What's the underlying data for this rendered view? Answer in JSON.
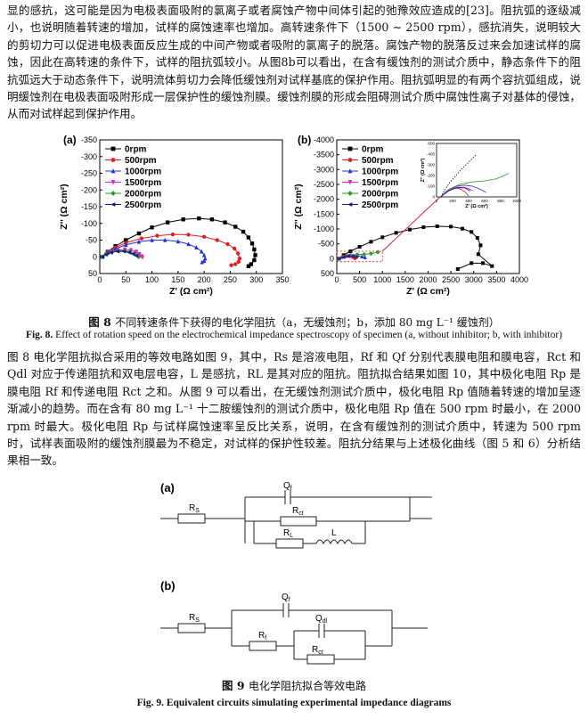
{
  "para1": {
    "text": "显的感抗，这可能是因为电极表面吸附的氯离子或者腐蚀产物中间体引起的弛豫效应造成的[23]。阻抗弧的逐级减小，也说明随着转速的增加，试样的腐蚀速率也增加。高转速条件下（1500 ~ 2500 rpm），感抗消失，说明较大的剪切力可以促进电极表面反应生成的中间产物或者吸附的氯离子的脱落。腐蚀产物的脱落反过来会加速试样的腐蚀，因此在高转速的条件下，试样的阻抗弧较小。从图8b可以看出，在含有缓蚀剂的测试介质中，静态条件下的阻抗弧远大于动态条件下，说明流体剪切力会降低缓蚀剂对试样基底的保护作用。阻抗弧明显的有两个容抗弧组成，说明缓蚀剂在电极表面吸附形成一层保护性的缓蚀剂膜。缓蚀剂膜的形成会阻碍测试介质中腐蚀性离子对基体的侵蚀，从而对试样起到保护作用。"
  },
  "figure8": {
    "caption_cn_label": "图 8",
    "caption_cn_text": "不同转速条件下获得的电化学阻抗（a，无缓蚀剂；b，添加 80 mg L⁻¹ 缓蚀剂）",
    "caption_en_label": "Fig. 8.",
    "caption_en_text": "Effect of rotation speed on the electrochemical impedance spectroscopy of specimen (a, without inhibitor; b, with inhibitor)"
  },
  "para2": {
    "text": "图 8 电化学阻抗拟合采用的等效电路如图 9，其中，Rs 是溶液电阻，Rf 和 Qf 分别代表膜电阻和膜电容，Rct 和 Qdl 对应于传递阻抗和双电层电容，L 是感抗，RL 是其对应的阻抗。阻抗拟合结果如图 10，其中极化电阻 Rp 是膜电阻 Rf 和传递电阻 Rct 之和。从图 9 可以看出，在无缓蚀剂测试介质中，极化电阻 Rp 值随着转速的增加呈逐渐减小的趋势。而在含有 80 mg L⁻¹ 十二胺缓蚀剂的测试介质中，极化电阻 Rp 值在 500 rpm 时最小，在 2000 rpm 时最大。极化电阻 Rp 与试样腐蚀速率呈反比关系，说明，在含有缓蚀剂的测试介质中，转速为 500 rpm 时，试样表面吸附的缓蚀剂膜最为不稳定，对试样的保护性较差。阻抗分结果与上述极化曲线（图 5 和 6）分析结果相一致。"
  },
  "figure9": {
    "panel_a": "(a)",
    "panel_b": "(b)",
    "labels_a": {
      "rs": "R",
      "rs_sub": "S",
      "qf": "Q",
      "qf_sub": "f",
      "rct": "R",
      "rct_sub": "ct",
      "rl": "R",
      "rl_sub": "L",
      "l": "L"
    },
    "labels_b": {
      "rs": "R",
      "rs_sub": "S",
      "qf": "Q",
      "qf_sub": "f",
      "qdl": "Q",
      "qdl_sub": "dl",
      "rf": "R",
      "rf_sub": "f",
      "rct": "R",
      "rct_sub": "ct"
    },
    "caption_cn_label": "图 9",
    "caption_cn_text": "电化学阻抗拟合等效电路",
    "caption_en_label": "Fig. 9.",
    "caption_en_text": "Equivalent circuits simulating experimental impedance diagrams"
  },
  "chart_data": [
    {
      "type": "scatter",
      "panel": "(a)",
      "xlabel": "Z' (Ω cm²)",
      "ylabel": "Z'' (Ω cm²)",
      "xlim": [
        0,
        350
      ],
      "ylim": [
        50,
        -350
      ],
      "xticks": [
        0,
        50,
        100,
        150,
        200,
        250,
        300,
        350
      ],
      "yticks": [
        -350,
        -300,
        -250,
        -200,
        -150,
        -100,
        -50,
        0,
        50
      ],
      "tick_labels_x": [
        "0",
        "50",
        "100",
        "150",
        "200",
        "250",
        "300",
        "350"
      ],
      "tick_labels_y": [
        "-350",
        "-300",
        "-250",
        "-200",
        "-150",
        "-100",
        "-50",
        "0",
        "50"
      ],
      "legend_position": "top-left",
      "series": [
        {
          "name": "0rpm",
          "color": "#000000",
          "marker": "square",
          "x": [
            5,
            15,
            30,
            50,
            75,
            100,
            130,
            160,
            190,
            215,
            240,
            260,
            275,
            285,
            292,
            296,
            298,
            296,
            290,
            285
          ],
          "y": [
            0,
            -15,
            -32,
            -50,
            -70,
            -88,
            -103,
            -112,
            -115,
            -112,
            -103,
            -90,
            -75,
            -58,
            -40,
            -22,
            -5,
            10,
            22,
            28
          ]
        },
        {
          "name": "500rpm",
          "color": "#e02020",
          "marker": "circle",
          "x": [
            5,
            15,
            30,
            50,
            80,
            110,
            140,
            170,
            200,
            225,
            245,
            258,
            265,
            268,
            266,
            260,
            252
          ],
          "y": [
            0,
            -14,
            -28,
            -42,
            -55,
            -63,
            -67,
            -66,
            -60,
            -50,
            -38,
            -25,
            -10,
            5,
            15,
            22,
            25
          ]
        },
        {
          "name": "1000rpm",
          "color": "#2030e0",
          "marker": "triangle",
          "x": [
            5,
            15,
            30,
            50,
            75,
            100,
            125,
            150,
            170,
            185,
            195,
            200,
            202,
            200,
            196
          ],
          "y": [
            0,
            -12,
            -24,
            -36,
            -45,
            -50,
            -50,
            -46,
            -38,
            -28,
            -16,
            -5,
            5,
            12,
            16
          ]
        },
        {
          "name": "1500rpm",
          "color": "#e020d0",
          "marker": "triangle-down",
          "x": [
            5,
            12,
            22,
            35,
            48,
            60,
            70,
            76,
            80,
            82
          ],
          "y": [
            0,
            -8,
            -15,
            -20,
            -22,
            -20,
            -15,
            -8,
            -2,
            2
          ]
        },
        {
          "name": "2000rpm",
          "color": "#2a9a2a",
          "marker": "diamond",
          "x": [
            5,
            12,
            22,
            35,
            48,
            58,
            66,
            72,
            75
          ],
          "y": [
            0,
            -8,
            -14,
            -18,
            -18,
            -15,
            -10,
            -4,
            0
          ]
        },
        {
          "name": "2500rpm",
          "color": "#1a1a8a",
          "marker": "triangle-left",
          "x": [
            5,
            12,
            22,
            34,
            46,
            56,
            64,
            70
          ],
          "y": [
            0,
            -7,
            -13,
            -16,
            -16,
            -13,
            -8,
            -3
          ]
        }
      ]
    },
    {
      "type": "scatter",
      "panel": "(b)",
      "xlabel": "Z' (Ω cm²)",
      "ylabel": "Z'' (Ω cm²)",
      "xlim": [
        0,
        4000
      ],
      "ylim": [
        500,
        -4000
      ],
      "xticks": [
        0,
        500,
        1000,
        1500,
        2000,
        2500,
        3000,
        3500,
        4000
      ],
      "yticks": [
        -4000,
        -3500,
        -3000,
        -2500,
        -2000,
        -1500,
        -1000,
        -500,
        0,
        500
      ],
      "tick_labels_x": [
        "0",
        "500",
        "1000",
        "1500",
        "2000",
        "2500",
        "3000",
        "3500",
        "4000"
      ],
      "tick_labels_y": [
        "-4000",
        "-3500",
        "-3000",
        "-2500",
        "-2000",
        "-1500",
        "-1000",
        "-500",
        "0",
        "500"
      ],
      "legend_position": "top-left",
      "series": [
        {
          "name": "0rpm",
          "color": "#000000",
          "marker": "square",
          "x": [
            50,
            150,
            300,
            500,
            750,
            1000,
            1300,
            1600,
            1900,
            2200,
            2500,
            2750,
            2950,
            3080,
            3150,
            3100,
            3400,
            3200,
            2950,
            2650
          ],
          "y": [
            0,
            -120,
            -250,
            -400,
            -570,
            -720,
            -870,
            -980,
            -1060,
            -1090,
            -1080,
            -1010,
            -900,
            -700,
            -450,
            -150,
            250,
            150,
            150,
            350
          ]
        },
        {
          "name": "500rpm",
          "color": "#e02020",
          "marker": "circle",
          "x": [
            50,
            120,
            200,
            280,
            350,
            400
          ],
          "y": [
            0,
            -50,
            -80,
            -80,
            -50,
            -10
          ]
        },
        {
          "name": "1000rpm",
          "color": "#2030e0",
          "marker": "triangle",
          "x": [
            50,
            150,
            250,
            350,
            450,
            550,
            620
          ],
          "y": [
            0,
            -60,
            -100,
            -110,
            -100,
            -70,
            -40
          ]
        },
        {
          "name": "1500rpm",
          "color": "#e020d0",
          "marker": "triangle-down",
          "x": [
            50,
            150,
            250,
            350,
            450
          ],
          "y": [
            0,
            -60,
            -90,
            -90,
            -60
          ]
        },
        {
          "name": "2000rpm",
          "color": "#2a9a2a",
          "marker": "diamond",
          "x": [
            50,
            150,
            300,
            450,
            600,
            750,
            900
          ],
          "y": [
            0,
            -70,
            -120,
            -140,
            -150,
            -170,
            -220
          ]
        },
        {
          "name": "2500rpm",
          "color": "#1a1a8a",
          "marker": "triangle-left",
          "x": [
            50,
            150,
            250,
            350,
            420
          ],
          "y": [
            0,
            -55,
            -85,
            -85,
            -55
          ]
        }
      ],
      "inset": {
        "xlim": [
          0,
          1000
        ],
        "ylim": [
          0,
          -500
        ],
        "xticks": [
          0,
          200,
          400,
          600,
          800,
          1000
        ],
        "yticks": [
          -500,
          -400,
          -300,
          -200,
          -100,
          0
        ],
        "tick_labels_x": [
          "0",
          "200",
          "400",
          "600",
          "800",
          "1000"
        ],
        "tick_labels_y": [
          "-500",
          "-400",
          "-300",
          "-200",
          "-100",
          "0"
        ],
        "xlabel": "Z' (Ω cm²)",
        "ylabel": "Z'' (Ω cm²)"
      }
    }
  ]
}
